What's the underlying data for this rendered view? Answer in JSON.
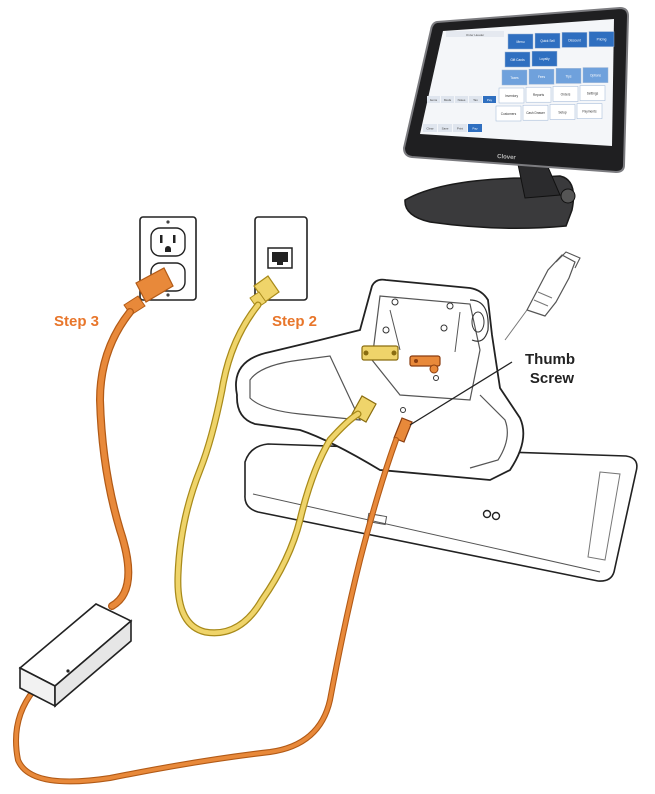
{
  "labels": {
    "step3": "Step 3",
    "step2": "Step 2",
    "thumb_screw_line1": "Thumb",
    "thumb_screw_line2": "Screw"
  },
  "pos_screen": {
    "brand": "Clover",
    "header_right": "Order Header",
    "buttons": [
      {
        "text": "Menu"
      },
      {
        "text": "Quick Sell"
      },
      {
        "text": "Discount"
      },
      {
        "text": "Pricing"
      },
      {
        "text": "Gift Cards"
      },
      {
        "text": "Loyalty"
      },
      {
        "text": "Taxes"
      },
      {
        "text": "Fees"
      },
      {
        "text": "Tips"
      },
      {
        "text": "Options"
      },
      {
        "text": "Inventory"
      },
      {
        "text": "Reports"
      },
      {
        "text": "Orders"
      },
      {
        "text": "Settings"
      },
      {
        "text": "Customers"
      },
      {
        "text": "Cash Drawer"
      },
      {
        "text": "Setup"
      },
      {
        "text": "Payments"
      }
    ],
    "left_tabs": [
      {
        "text": "Items"
      },
      {
        "text": "Mods"
      },
      {
        "text": "Notes"
      },
      {
        "text": "Tax"
      },
      {
        "text": "Pay"
      }
    ],
    "bottom_buttons": [
      {
        "text": "Clear"
      },
      {
        "text": "Save"
      },
      {
        "text": "Print"
      },
      {
        "text": "Pay"
      }
    ]
  },
  "colors": {
    "orange_label": "#e8762b",
    "orange_cable": "#e8893a",
    "yellow_cable": "#efd46a",
    "screen_blue": "#2f6fc0",
    "screen_light_blue": "#6fa1dc",
    "line": "#222222"
  },
  "icons": {
    "power_outlet": "power-outlet-icon",
    "ethernet_jack": "ethernet-jack-icon",
    "power_brick": "power-adapter-icon"
  }
}
